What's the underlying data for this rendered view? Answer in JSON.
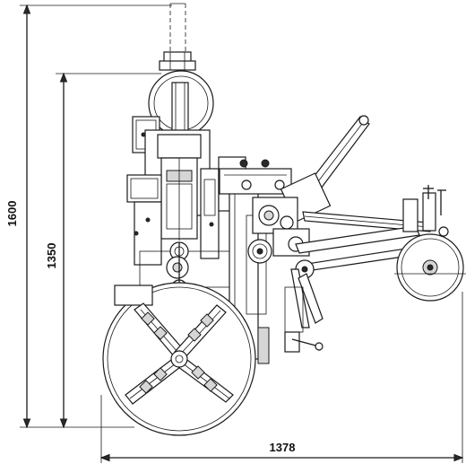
{
  "dimensions": {
    "overall_height": "1600",
    "height_to_chuck": "1350",
    "overall_width": "1378"
  }
}
